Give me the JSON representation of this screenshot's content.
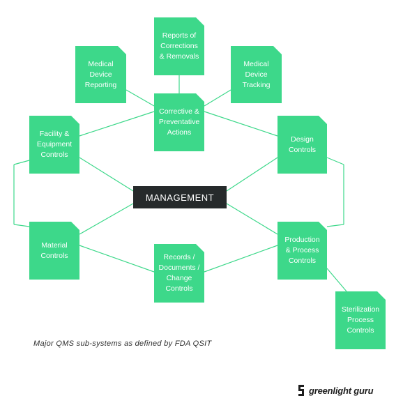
{
  "colors": {
    "box_green": "#3dd88a",
    "center_dark": "#262a2b",
    "line": "#3dd88a",
    "text_dark": "#2e2e2e"
  },
  "center": {
    "label": "MANAGEMENT"
  },
  "nodes": {
    "reports_corrections": "Reports of\nCorrections\n& Removals",
    "medical_device_reporting": "Medical\nDevice\nReporting",
    "medical_device_tracking": "Medical\nDevice\nTracking",
    "corrective_preventative": "Corrective &\nPreventative\nActions",
    "facility_equipment": "Facility &\nEquipment\nControls",
    "design_controls": "Design\nControls",
    "material_controls": "Material\nControls",
    "records_documents": "Records /\nDocuments /\nChange\nControls",
    "production_process": "Production\n& Process\nControls",
    "sterilization_process": "Sterilization\nProcess\nControls"
  },
  "caption": "Major QMS sub-systems as defined by FDA QSIT",
  "brand": {
    "name": "greenlight guru",
    "icon": "greenlight-guru-logo-icon"
  }
}
